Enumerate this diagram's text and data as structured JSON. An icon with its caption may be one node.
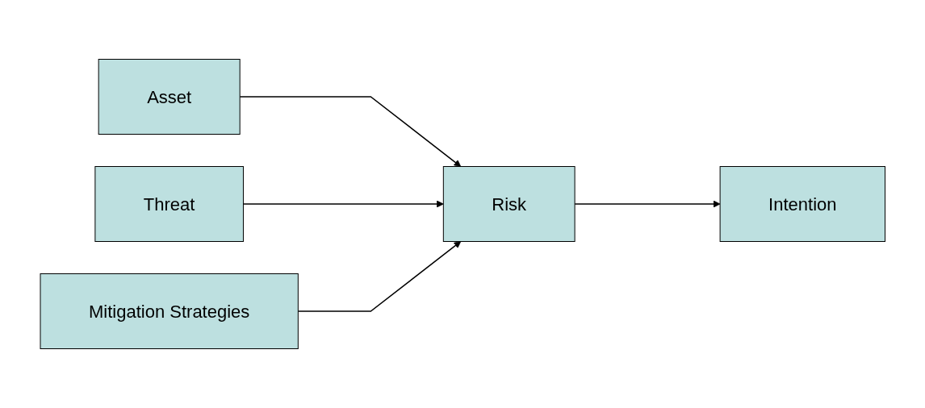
{
  "diagram": {
    "nodes": [
      {
        "text": [
          "Asset"
        ]
      },
      {
        "text": [
          "Threat"
        ]
      },
      {
        "text": [
          "Mitigation Strategies"
        ]
      },
      {
        "text": [
          "Risk"
        ]
      },
      {
        "text": [
          "Intention"
        ]
      }
    ],
    "edges": [
      {
        "from": 0,
        "to": 3,
        "arrow": "to"
      },
      {
        "from": 1,
        "to": 3,
        "arrow": "to"
      },
      {
        "from": 2,
        "to": 3,
        "arrow": "to"
      },
      {
        "from": 3,
        "to": 4,
        "arrow": "to"
      }
    ]
  }
}
